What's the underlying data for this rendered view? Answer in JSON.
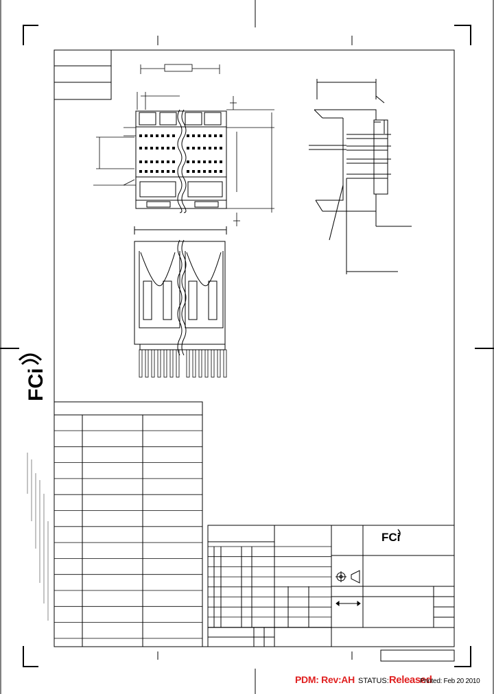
{
  "logo": {
    "text": "FCi"
  },
  "title_block_logo": {
    "text": "FCi"
  },
  "footer": {
    "pdm_label": "PDM: Rev:AH",
    "status_label": "STATUS:",
    "status_value": "Released",
    "printed": "Printed: Feb 20 2010"
  },
  "colors": {
    "line": "#000000",
    "accent": "#e02020"
  }
}
